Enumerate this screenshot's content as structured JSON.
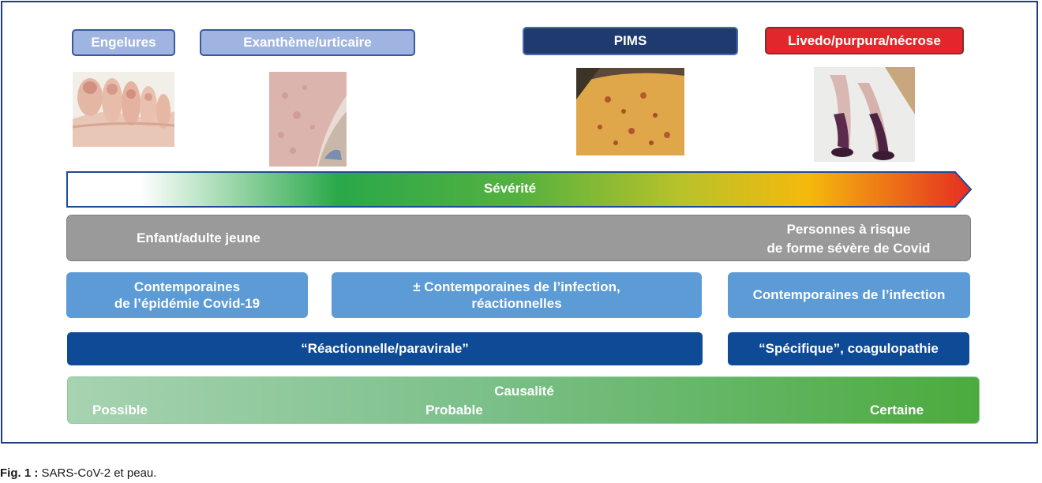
{
  "tags": {
    "engelures": "Engelures",
    "exantheme": "Exanthème/urticaire",
    "pims": "PIMS",
    "livedo": "Livedo/purpura/nécrose"
  },
  "severity": {
    "label": "Sévérité"
  },
  "population": {
    "left": "Enfant/adulte jeune",
    "right_line1": "Personnes à risque",
    "right_line2": "de forme sévère de Covid"
  },
  "timing": {
    "box1_line1": "Contemporaines",
    "box1_line2": "de l’épidémie Covid-19",
    "box2_line1": "± Contemporaines de l’infection,",
    "box2_line2": "réactionnelles",
    "box3": "Contemporaines de l’infection"
  },
  "mechanism": {
    "left": "“Réactionnelle/paravirale”",
    "right": "“Spécifique”, coagulopathie"
  },
  "causality": {
    "title": "Causalité",
    "possible": "Possible",
    "probable": "Probable",
    "certaine": "Certaine"
  },
  "caption": {
    "label": "Fig. 1 :",
    "text": " SARS-CoV-2 et peau."
  },
  "colors": {
    "navy": "#0e4a96",
    "mid_blue": "#5c9bd5",
    "gray": "#9a9a9a",
    "red": "#e3262b",
    "green": "#4bab3d"
  }
}
